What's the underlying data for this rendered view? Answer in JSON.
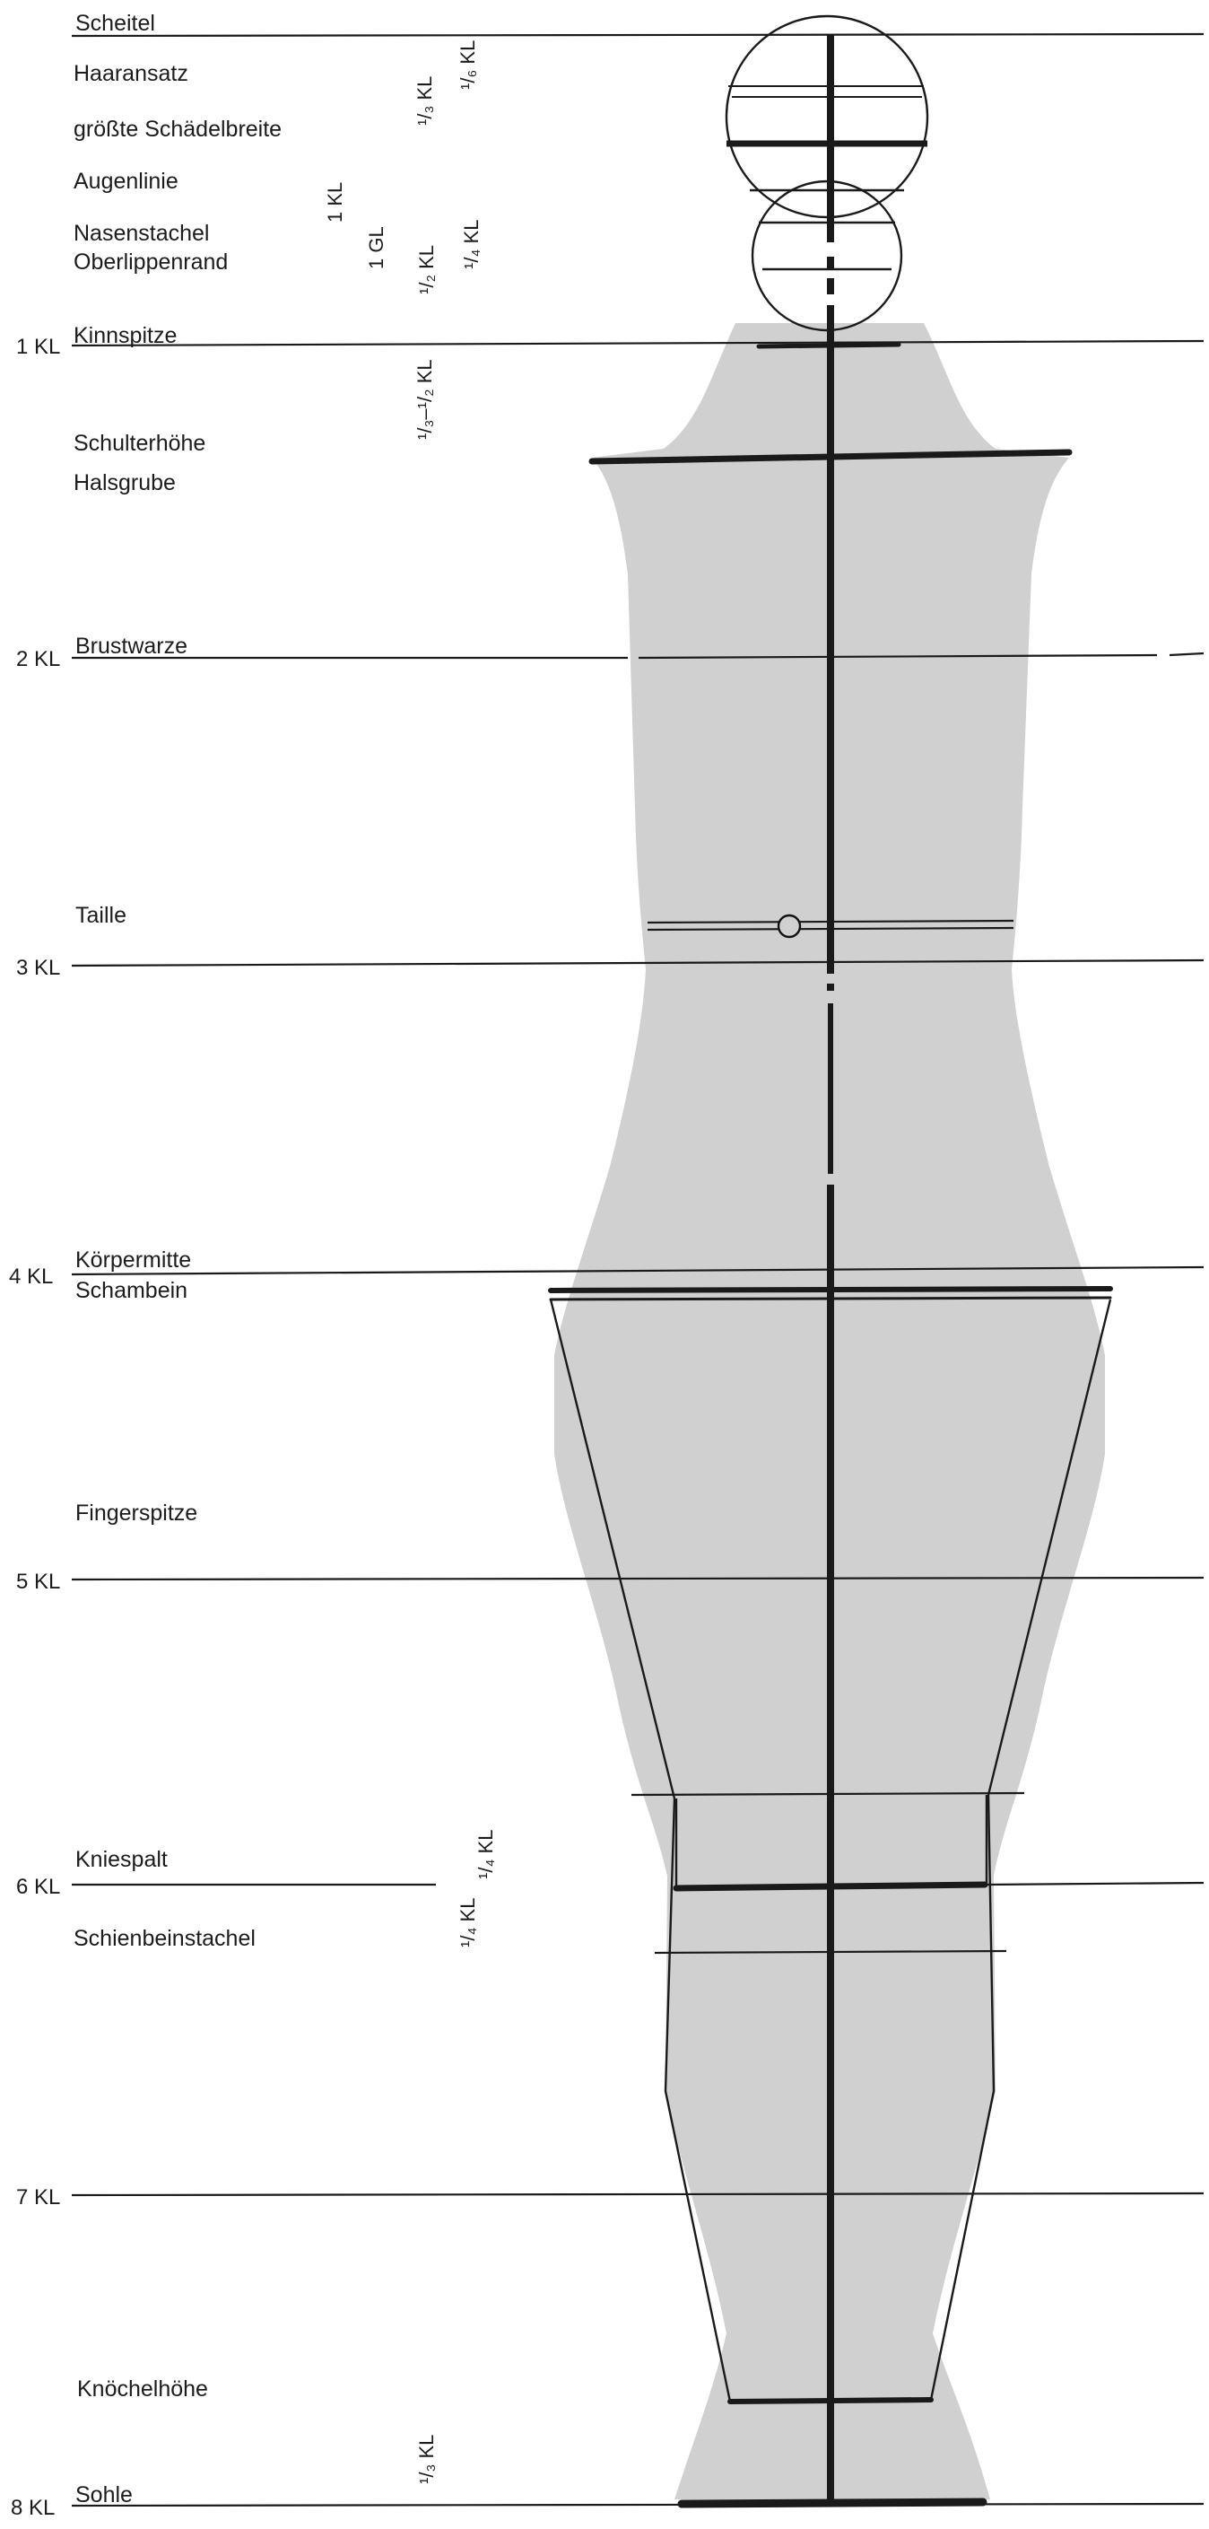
{
  "diagram": {
    "colors": {
      "figure": "#d0d0d0",
      "line": "#1a1a1a",
      "background": "#ffffff"
    },
    "kl_marks": [
      "1 KL",
      "2 KL",
      "3 KL",
      "4 KL",
      "5 KL",
      "6 KL",
      "7 KL",
      "8 KL"
    ],
    "landmarks": {
      "scheitel": "Scheitel",
      "haaransatz": "Haaransatz",
      "schaedelbreite": "größte Schädelbreite",
      "augenlinie": "Augenlinie",
      "nasenstachel": "Nasenstachel",
      "oberlippenrand": "Oberlippenrand",
      "kinnspitze": "Kinnspitze",
      "schulterhoehe": "Schulterhöhe",
      "halsgrube": "Halsgrube",
      "brustwarze": "Brustwarze",
      "taille": "Taille",
      "koerpermitte": "Körpermitte",
      "schambein": "Schambein",
      "fingerspitze": "Fingerspitze",
      "kniespalt": "Kniespalt",
      "schienbeinstachel": "Schienbeinstachel",
      "knoechelhoehe": "Knöchelhöhe",
      "sohle": "Sohle"
    },
    "proportion_labels": {
      "one_kl": "1 KL",
      "one_gl": "1 GL",
      "third_kl_head": "¹/₃ KL",
      "sixth_kl": "¹/₆ KL",
      "half_kl": "¹/₂ KL",
      "quarter_kl_head": "¹/₄ KL",
      "third_half_kl": "¹/₃–¹/₂ KL",
      "quarter_kl_knee_a": "¹/₄ KL",
      "quarter_kl_knee_b": "¹/₄ KL",
      "third_kl_foot": "¹/₃ KL"
    }
  }
}
